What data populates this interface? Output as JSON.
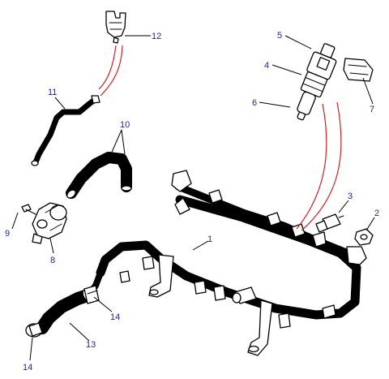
{
  "diagram": {
    "callouts": [
      "1",
      "2",
      "3",
      "4",
      "5",
      "6",
      "7",
      "8",
      "9",
      "10",
      "11",
      "12",
      "13",
      "14",
      "14"
    ]
  },
  "colors": {
    "callout_text": "#1a1fa8",
    "connector_line": "#d42020",
    "line_art": "#000000",
    "background": "#ffffff"
  }
}
